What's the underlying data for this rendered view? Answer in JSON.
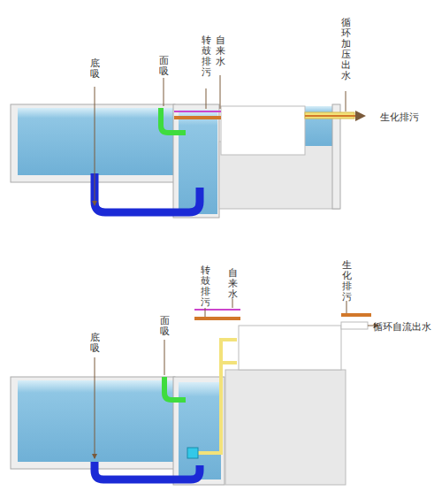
{
  "diagram": {
    "labels": [
      "底吸",
      "面吸",
      "转鼓排污",
      "自来水",
      "循环加压出水",
      "生化排污",
      "转鼓排污",
      "自来水",
      "生化排污",
      "循环自流出水",
      "面吸",
      "底吸"
    ]
  }
}
